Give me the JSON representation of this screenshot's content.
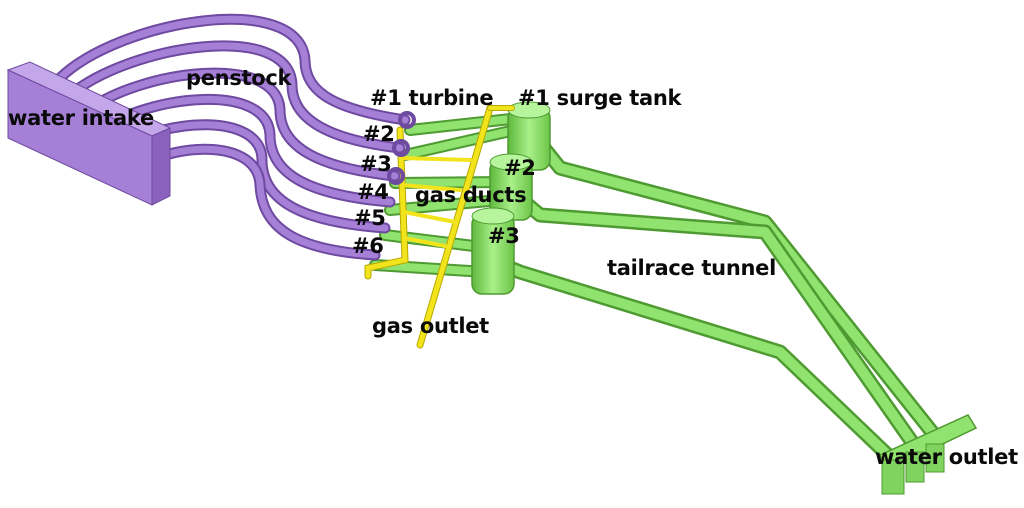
{
  "labels": {
    "water_intake": "water intake",
    "penstock": "penstock",
    "turbine_1": "#1 turbine",
    "turbine_2": "#2",
    "turbine_3": "#3",
    "turbine_4": "#4",
    "turbine_5": "#5",
    "turbine_6": "#6",
    "surge_tank_1": "#1 surge tank",
    "surge_tank_2": "#2",
    "surge_tank_3": "#3",
    "gas_ducts": "gas ducts",
    "gas_outlet": "gas outlet",
    "tailrace_tunnel": "tailrace tunnel",
    "water_outlet": "water outlet"
  },
  "colors": {
    "penstock": "#a67fd6",
    "penstock_dark": "#6e4aa0",
    "intake": "#a67fd6",
    "tailrace": "#8fe36e",
    "tailrace_dark": "#4f9a32",
    "gas": "#f2e41c",
    "gas_dark": "#b8a800"
  }
}
